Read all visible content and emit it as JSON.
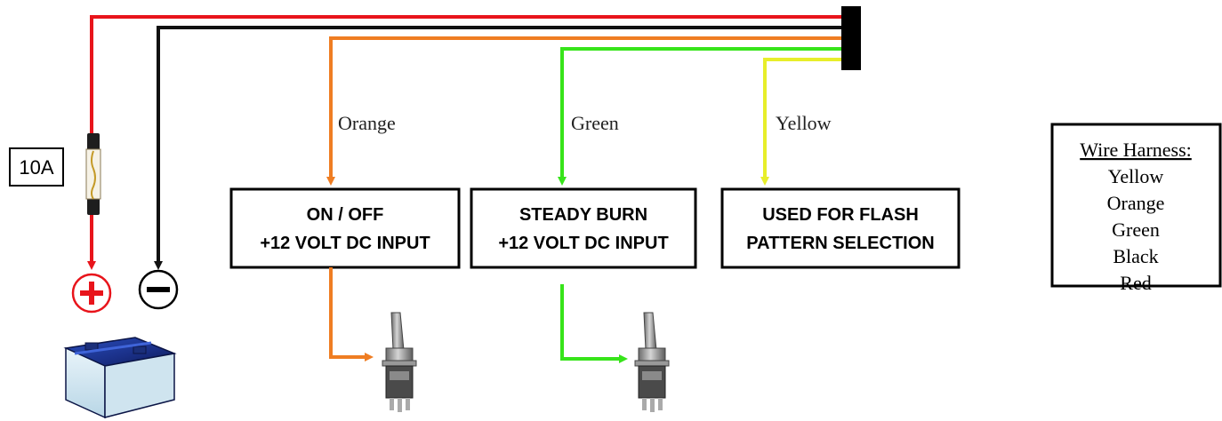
{
  "fuse": {
    "rating": "10A"
  },
  "wires": {
    "red": "#e8141b",
    "black": "#111111",
    "orange": "#ef7d22",
    "green": "#37e41a",
    "yellow": "#e7ee2a"
  },
  "labels": {
    "orange": "Orange",
    "green": "Green",
    "yellow": "Yellow"
  },
  "boxes": {
    "onoff": {
      "line1": "ON / OFF",
      "line2": "+12 VOLT  DC INPUT"
    },
    "steady": {
      "line1": "STEADY BURN",
      "line2": "+12 VOLT  DC INPUT"
    },
    "flash": {
      "line1": "USED FOR FLASH",
      "line2": "PATTERN SELECTION"
    }
  },
  "legend": {
    "title": "Wire Harness:",
    "items": [
      "Yellow",
      "Orange",
      "Green",
      "Black",
      "Red"
    ]
  },
  "battery": {
    "plus_icon": "plus-terminal-icon",
    "minus_icon": "minus-terminal-icon"
  }
}
